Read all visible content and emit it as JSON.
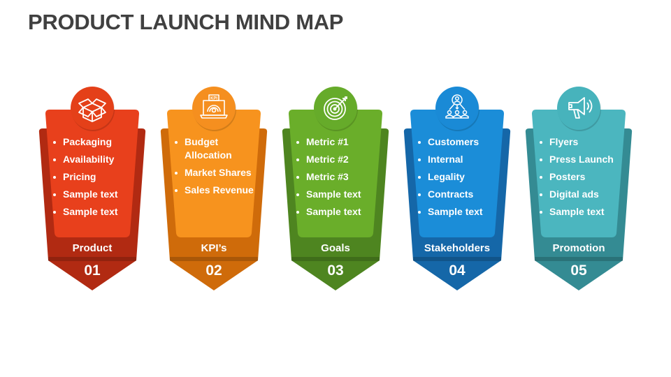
{
  "title": "PRODUCT LAUNCH MIND MAP",
  "cards": [
    {
      "number": "01",
      "label": "Product",
      "icon": "open-box-icon",
      "colors": {
        "light": "#E8401C",
        "dark": "#B12A12",
        "circle": "#E44019"
      },
      "items": [
        "Packaging",
        "Availability",
        "Pricing",
        "Sample text",
        "Sample text"
      ]
    },
    {
      "number": "02",
      "label": "KPI’s",
      "icon": "kpi-laptop-gauge-icon",
      "colors": {
        "light": "#F7931E",
        "dark": "#CF6B0A",
        "circle": "#F58F1F"
      },
      "items": [
        "Budget Allocation",
        "Market Shares",
        "Sales Revenue"
      ]
    },
    {
      "number": "03",
      "label": "Goals",
      "icon": "target-arrow-icon",
      "colors": {
        "light": "#6AAE2A",
        "dark": "#4E8520",
        "circle": "#66AB2A"
      },
      "items": [
        "Metric #1",
        "Metric #2",
        "Metric #3",
        "Sample text",
        "Sample text"
      ]
    },
    {
      "number": "04",
      "label": "Stakeholders",
      "icon": "team-network-icon",
      "colors": {
        "light": "#1B8DD8",
        "dark": "#1567A8",
        "circle": "#1A8AD6"
      },
      "items": [
        "Customers",
        "Internal",
        "Legality",
        "Contracts",
        "Sample text"
      ]
    },
    {
      "number": "05",
      "label": "Promotion",
      "icon": "megaphone-icon",
      "colors": {
        "light": "#4BB6BF",
        "dark": "#348B93",
        "circle": "#47B3BC"
      },
      "items": [
        "Flyers",
        "Press Launch",
        "Posters",
        "Digital ads",
        "Sample text"
      ]
    }
  ]
}
